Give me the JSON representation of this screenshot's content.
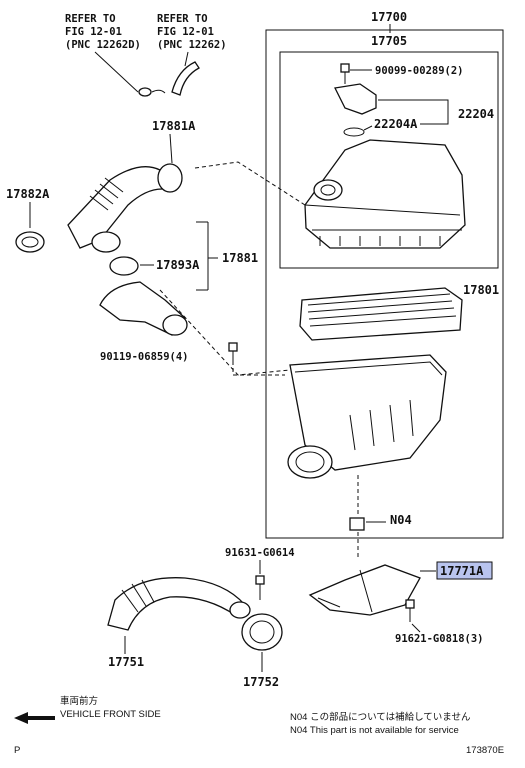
{
  "refs": {
    "left": [
      "REFER TO",
      "FIG 12-01",
      "(PNC 12262D)"
    ],
    "right": [
      "REFER TO",
      "FIG 12-01",
      "(PNC 12262)"
    ]
  },
  "parts": {
    "p17700": "17700",
    "p17705": "17705",
    "p90099": "90099-00289(2)",
    "p22204": "22204",
    "p22204A": "22204A",
    "p17881A": "17881A",
    "p17882A": "17882A",
    "p17893A": "17893A",
    "p17881": "17881",
    "p17801": "17801",
    "p90119": "90119-06859(4)",
    "pN04": "N04",
    "p91631": "91631-G0614",
    "p17771A": "17771A",
    "p91621": "91621-G0818(3)",
    "p17751": "17751",
    "p17752": "17752"
  },
  "footer": {
    "front_jp": "車両前方",
    "front_en": "VEHICLE FRONT SIDE",
    "note_jp": "N04  この部品については補給していません",
    "note_en": "N04  This part is not available for service",
    "page_code": "P",
    "fig_code": "173870E"
  },
  "colors": {
    "highlight": "#b9c4ee",
    "ink": "#111111"
  }
}
